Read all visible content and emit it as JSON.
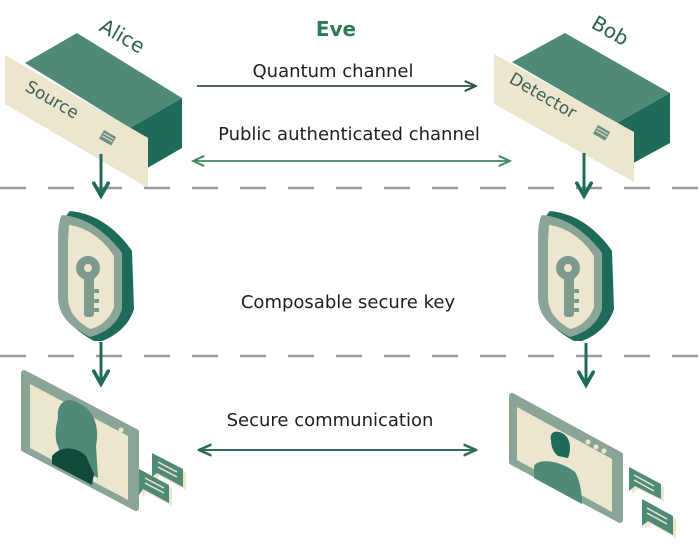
{
  "parties": {
    "alice": {
      "name": "Alice",
      "device": "Source"
    },
    "bob": {
      "name": "Bob",
      "device": "Detector"
    },
    "eve": {
      "name": "Eve"
    }
  },
  "channels": {
    "quantum": "Quantum channel",
    "public": "Public authenticated channel",
    "key": "Composable secure key",
    "secure": "Secure communication"
  },
  "colors": {
    "dark_green": "#1f6b5a",
    "mid_green": "#4f8a76",
    "sage": "#8aa595",
    "cream": "#ece6cf",
    "eve_green": "#2d7a55",
    "dash_gray": "#9a9a9a"
  }
}
